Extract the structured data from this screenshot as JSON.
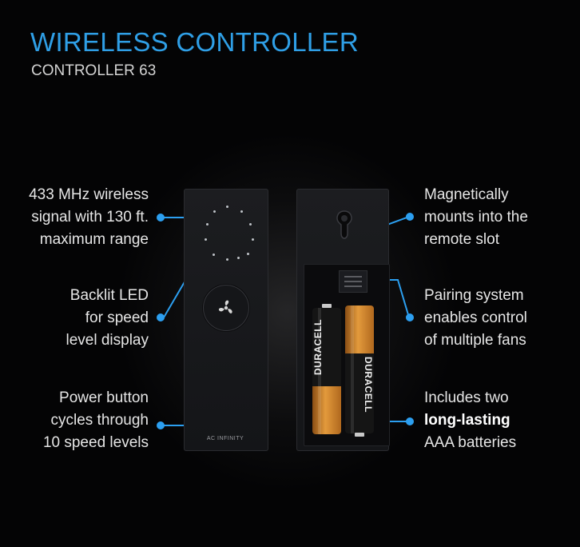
{
  "header": {
    "title": "WIRELESS CONTROLLER",
    "subtitle": "CONTROLLER 63"
  },
  "callouts": {
    "wireless": [
      "433 MHz wireless",
      "signal with 130 ft.",
      "maximum range"
    ],
    "led": [
      "Backlit LED",
      "for speed",
      "level display"
    ],
    "power": [
      "Power button",
      "cycles through",
      "10 speed levels"
    ],
    "magnet": [
      "Magnetically",
      "mounts into the",
      "remote slot"
    ],
    "pairing": [
      "Pairing system",
      "enables control",
      "of multiple fans"
    ],
    "batteries": {
      "line1": "Includes two",
      "line2": "long-lasting",
      "line3": "AAA batteries"
    }
  },
  "product": {
    "brand": "AC INFINITY",
    "battery_label": "DURACELL"
  },
  "colors": {
    "accent": "#2f9fe6",
    "background": "#040405",
    "text": "#e6e6e6"
  }
}
